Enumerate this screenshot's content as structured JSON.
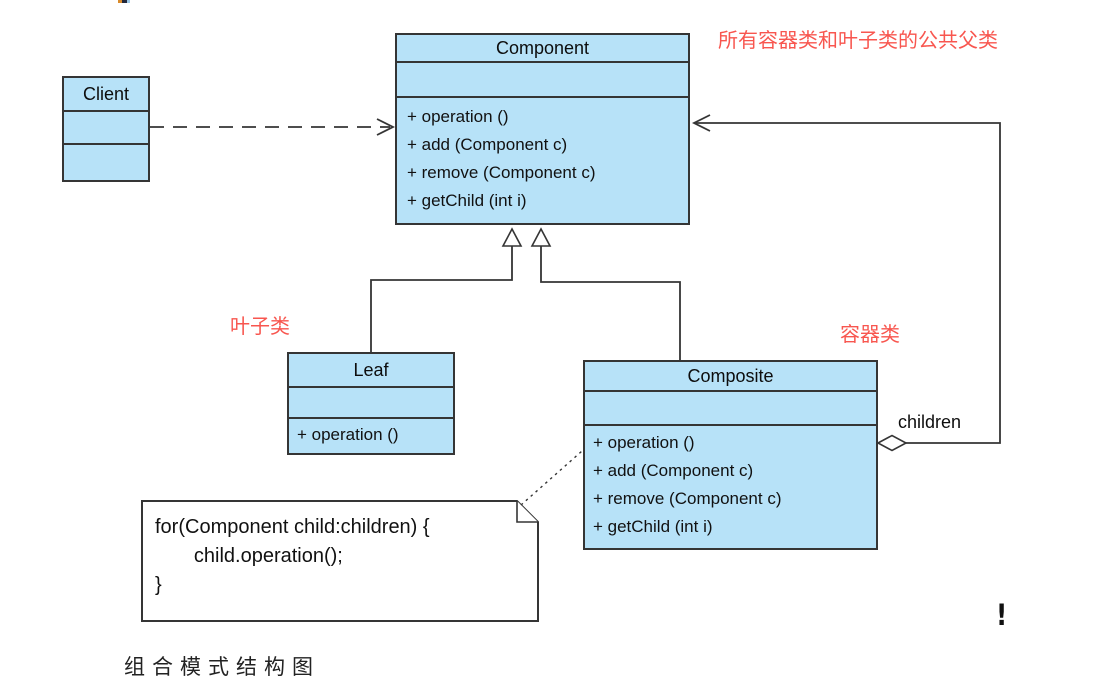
{
  "diagram": {
    "caption": "组合模式结构图",
    "annotations": {
      "component_note": "所有容器类和叶子类的公共父类",
      "leaf_label": "叶子类",
      "composite_label": "容器类",
      "children_label": "children",
      "cursor_mark": "!"
    },
    "classes": {
      "client": {
        "name": "Client",
        "attributes": [],
        "methods": []
      },
      "component": {
        "name": "Component",
        "attributes": [],
        "methods": [
          "+ operation ()",
          "+ add (Component c)",
          "+ remove (Component c)",
          "+ getChild (int i)"
        ]
      },
      "leaf": {
        "name": "Leaf",
        "attributes": [],
        "methods": [
          "+ operation ()"
        ]
      },
      "composite": {
        "name": "Composite",
        "attributes": [],
        "methods": [
          "+ operation ()",
          "+ add (Component c)",
          "+ remove (Component c)",
          "+ getChild (int i)"
        ]
      }
    },
    "note": {
      "lines": [
        "for(Component child:children) {",
        "       child.operation();",
        "}"
      ]
    },
    "relationships": {
      "client_to_component": "dependency",
      "leaf_to_component": "generalization",
      "composite_to_component": "generalization",
      "composite_children_to_component": "aggregation"
    },
    "colors": {
      "class_fill": "#b7e2f8",
      "class_border": "#353535",
      "line": "#353535",
      "annotation_red": "#f8564f",
      "background": "#ffffff"
    }
  }
}
